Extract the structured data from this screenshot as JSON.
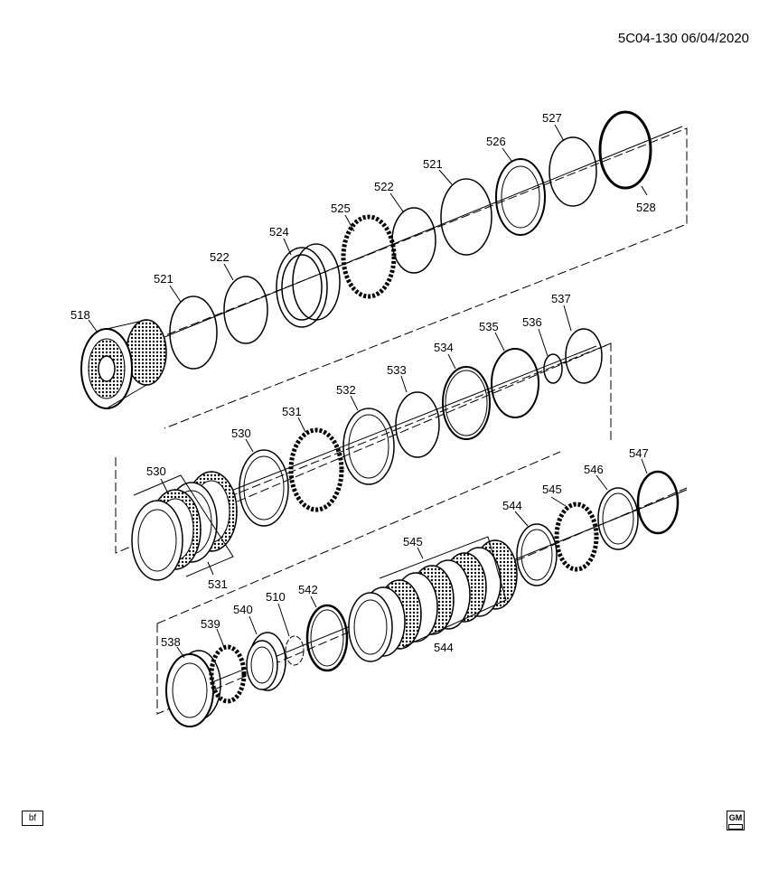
{
  "header": {
    "doc_id": "5C04-130 06/04/2020"
  },
  "footer": {
    "bf_label": "bf",
    "logo_text": "GM"
  },
  "callouts": [
    {
      "id": "c518",
      "label": "518"
    },
    {
      "id": "c521a",
      "label": "521"
    },
    {
      "id": "c522a",
      "label": "522"
    },
    {
      "id": "c524",
      "label": "524"
    },
    {
      "id": "c525",
      "label": "525"
    },
    {
      "id": "c522b",
      "label": "522"
    },
    {
      "id": "c521b",
      "label": "521"
    },
    {
      "id": "c526",
      "label": "526"
    },
    {
      "id": "c527",
      "label": "527"
    },
    {
      "id": "c528",
      "label": "528"
    },
    {
      "id": "c530a",
      "label": "530"
    },
    {
      "id": "c530b",
      "label": "530"
    },
    {
      "id": "c531a",
      "label": "531"
    },
    {
      "id": "c531b",
      "label": "531"
    },
    {
      "id": "c532",
      "label": "532"
    },
    {
      "id": "c533",
      "label": "533"
    },
    {
      "id": "c534",
      "label": "534"
    },
    {
      "id": "c535",
      "label": "535"
    },
    {
      "id": "c536",
      "label": "536"
    },
    {
      "id": "c537",
      "label": "537"
    },
    {
      "id": "c538",
      "label": "538"
    },
    {
      "id": "c539",
      "label": "539"
    },
    {
      "id": "c540",
      "label": "540"
    },
    {
      "id": "c510",
      "label": "510"
    },
    {
      "id": "c542",
      "label": "542"
    },
    {
      "id": "c545a",
      "label": "545"
    },
    {
      "id": "c544a",
      "label": "544"
    },
    {
      "id": "c544b",
      "label": "544"
    },
    {
      "id": "c545b",
      "label": "545"
    },
    {
      "id": "c546",
      "label": "546"
    },
    {
      "id": "c547",
      "label": "547"
    }
  ]
}
